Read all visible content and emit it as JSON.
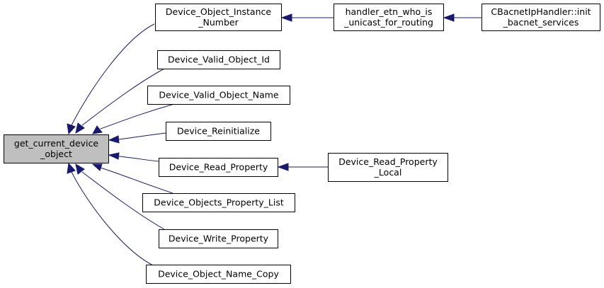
{
  "nodes": {
    "get_current_device_object": {
      "lines": [
        "get_current_device",
        "_object"
      ]
    },
    "device_object_instance_number": {
      "lines": [
        "Device_Object_Instance",
        "_Number"
      ]
    },
    "handler_etn_who_is_unicast_for_routing": {
      "lines": [
        "handler_etn_who_is",
        "_unicast_for_routing"
      ]
    },
    "cbacnetiphandler_init_bacnet_services": {
      "lines": [
        "CBacnetIpHandler::init",
        "_bacnet_services"
      ]
    },
    "device_valid_object_id": {
      "lines": [
        "Device_Valid_Object_Id"
      ]
    },
    "device_valid_object_name": {
      "lines": [
        "Device_Valid_Object_Name"
      ]
    },
    "device_reinitialize": {
      "lines": [
        "Device_Reinitialize"
      ]
    },
    "device_read_property": {
      "lines": [
        "Device_Read_Property"
      ]
    },
    "device_read_property_local": {
      "lines": [
        "Device_Read_Property",
        "_Local"
      ]
    },
    "device_objects_property_list": {
      "lines": [
        "Device_Objects_Property_List"
      ]
    },
    "device_write_property": {
      "lines": [
        "Device_Write_Property"
      ]
    },
    "device_object_name_copy": {
      "lines": [
        "Device_Object_Name_Copy"
      ]
    }
  },
  "edges": [
    {
      "from": "device_object_instance_number",
      "to": "get_current_device_object"
    },
    {
      "from": "device_valid_object_id",
      "to": "get_current_device_object"
    },
    {
      "from": "device_valid_object_name",
      "to": "get_current_device_object"
    },
    {
      "from": "device_reinitialize",
      "to": "get_current_device_object"
    },
    {
      "from": "device_read_property",
      "to": "get_current_device_object"
    },
    {
      "from": "device_objects_property_list",
      "to": "get_current_device_object"
    },
    {
      "from": "device_write_property",
      "to": "get_current_device_object"
    },
    {
      "from": "device_object_name_copy",
      "to": "get_current_device_object"
    },
    {
      "from": "handler_etn_who_is_unicast_for_routing",
      "to": "device_object_instance_number"
    },
    {
      "from": "cbacnetiphandler_init_bacnet_services",
      "to": "handler_etn_who_is_unicast_for_routing"
    },
    {
      "from": "device_read_property_local",
      "to": "device_read_property"
    }
  ],
  "colors": {
    "edge": "#191970",
    "focus_fill": "#bfbfbf",
    "node_fill": "#ffffff",
    "node_stroke": "#000000"
  }
}
